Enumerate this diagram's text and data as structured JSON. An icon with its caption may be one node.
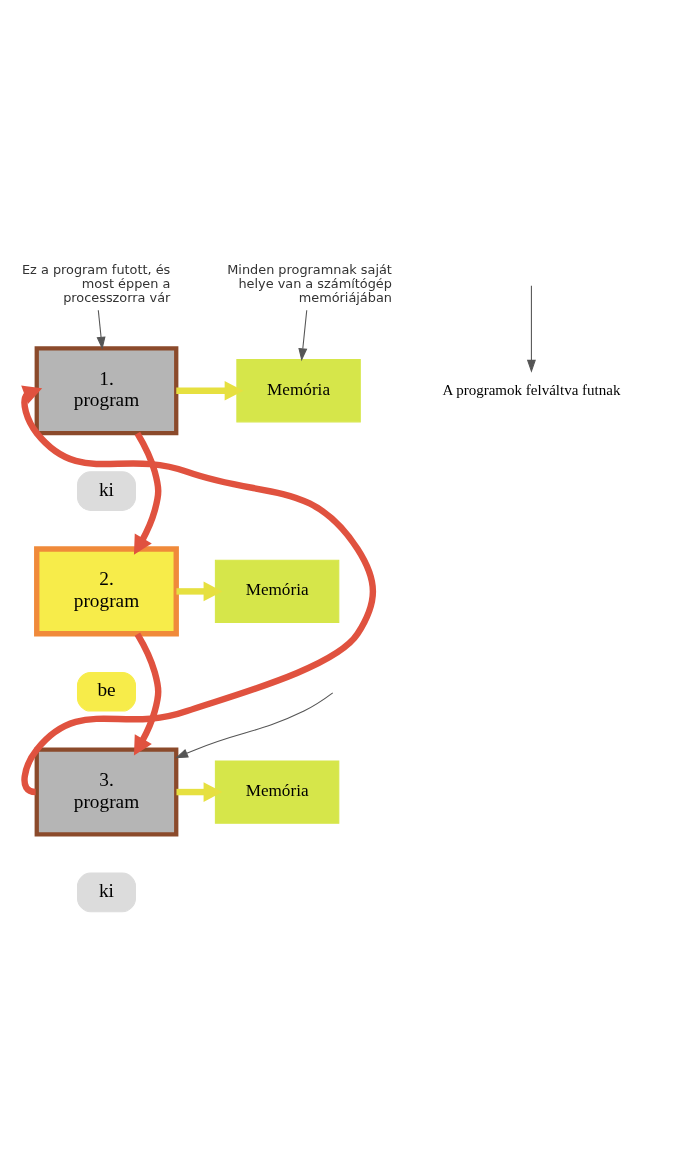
{
  "diagram": {
    "nodes": [
      {
        "text": [
          "Ez a program futott, és most éppen a processzorra vár"
        ]
      },
      {
        "text": [
          "Minden programnak saját helye van a számítógép memóriájában"
        ]
      },
      {
        "text": [
          "1. program"
        ]
      },
      {
        "text": [
          "ki"
        ]
      },
      {
        "text": [
          "2. program"
        ]
      },
      {
        "text": [
          "be"
        ]
      },
      {
        "text": [
          "3. program"
        ]
      },
      {
        "text": [
          "ki"
        ]
      },
      {
        "text": [
          "Memória"
        ]
      },
      {
        "text": [
          "Memória"
        ]
      },
      {
        "text": [
          "Memória"
        ]
      },
      {
        "text": [
          "A programok felváltva futnak"
        ]
      }
    ],
    "edges": [
      {
        "from": 2,
        "to": 4,
        "arrow": "to",
        "color": "#e0523f"
      },
      {
        "from": 4,
        "to": 6,
        "arrow": "to",
        "color": "#e0523f"
      },
      {
        "from": 6,
        "to": 2,
        "arrow": "to",
        "color": "#e0523f"
      },
      {
        "from": 2,
        "to": 8,
        "arrow": "to",
        "color": "#e6e040"
      },
      {
        "from": 4,
        "to": 9,
        "arrow": "to",
        "color": "#e6e040"
      },
      {
        "from": 6,
        "to": 10,
        "arrow": "to",
        "color": "#e6e040"
      },
      {
        "from": 0,
        "to": 2,
        "arrow": "to"
      },
      {
        "from": 1,
        "to": 8,
        "arrow": "to"
      },
      {
        "from": null,
        "to": 6,
        "arrow": "to"
      },
      {
        "from": null,
        "to": 11,
        "arrow": "to"
      }
    ]
  }
}
